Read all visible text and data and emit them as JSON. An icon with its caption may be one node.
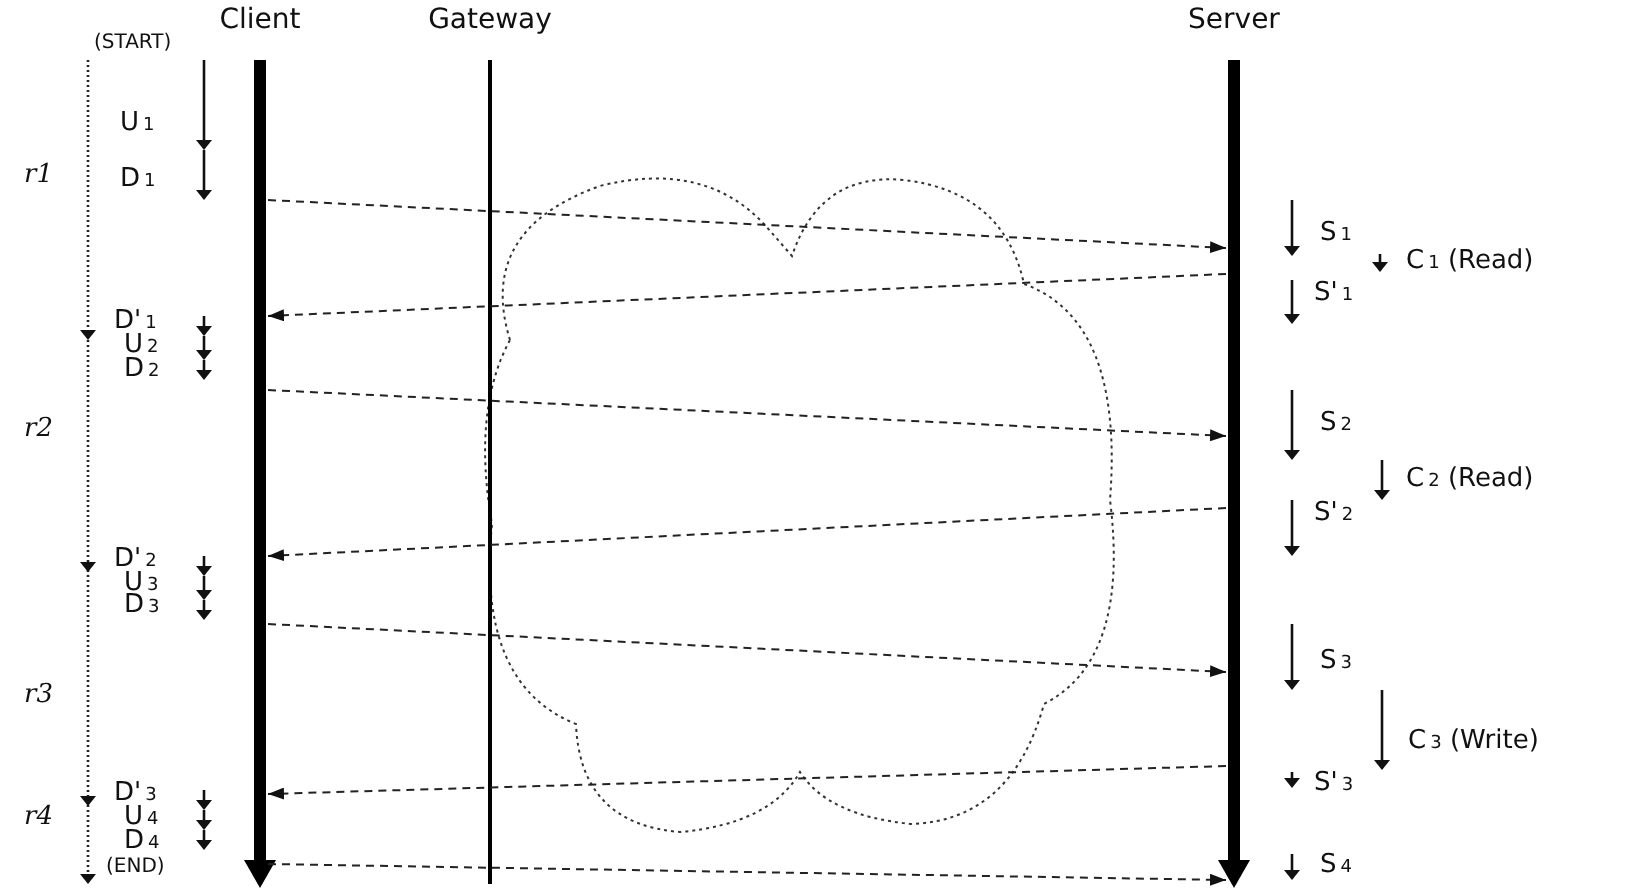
{
  "diagram": {
    "nodes": [
      {
        "text": [
          "Client"
        ]
      },
      {
        "text": [
          "Gateway"
        ]
      },
      {
        "text": [
          "Server"
        ]
      }
    ],
    "edges": [
      {
        "from": 0,
        "to": 2,
        "arrow": "to",
        "style": "dashed"
      },
      {
        "from": 2,
        "to": 0,
        "arrow": "to",
        "style": "dashed"
      },
      {
        "from": 0,
        "to": 2,
        "arrow": "to",
        "style": "dashed"
      },
      {
        "from": 2,
        "to": 0,
        "arrow": "to",
        "style": "dashed"
      },
      {
        "from": 0,
        "to": 2,
        "arrow": "to",
        "style": "dashed"
      },
      {
        "from": 2,
        "to": 0,
        "arrow": "to",
        "style": "dashed"
      },
      {
        "from": 0,
        "to": 2,
        "arrow": "to",
        "style": "dashed"
      }
    ],
    "labels": [
      "(START)",
      "U$_{1}$",
      "r1",
      "D$_{1}$",
      "S$_{1}$",
      "C$_{1}$ (Read)",
      "S'$_{1}$",
      "D'$_{1}$",
      "U$_{2}$",
      "D$_{2}$",
      "S$_{2}$",
      "r2",
      "C$_{2}$ (Read)",
      "S'$_{2}$",
      "D'$_{2}$",
      "U$_{3}$",
      "D$_{3}$",
      "S$_{3}$",
      "r3",
      "C$_{3}$ (Write)",
      "S'$_{3}$",
      "D'$_{3}$",
      "U$_{4}$",
      "r4",
      "D$_{4}$",
      "(END)",
      "S$_{4}$"
    ]
  }
}
